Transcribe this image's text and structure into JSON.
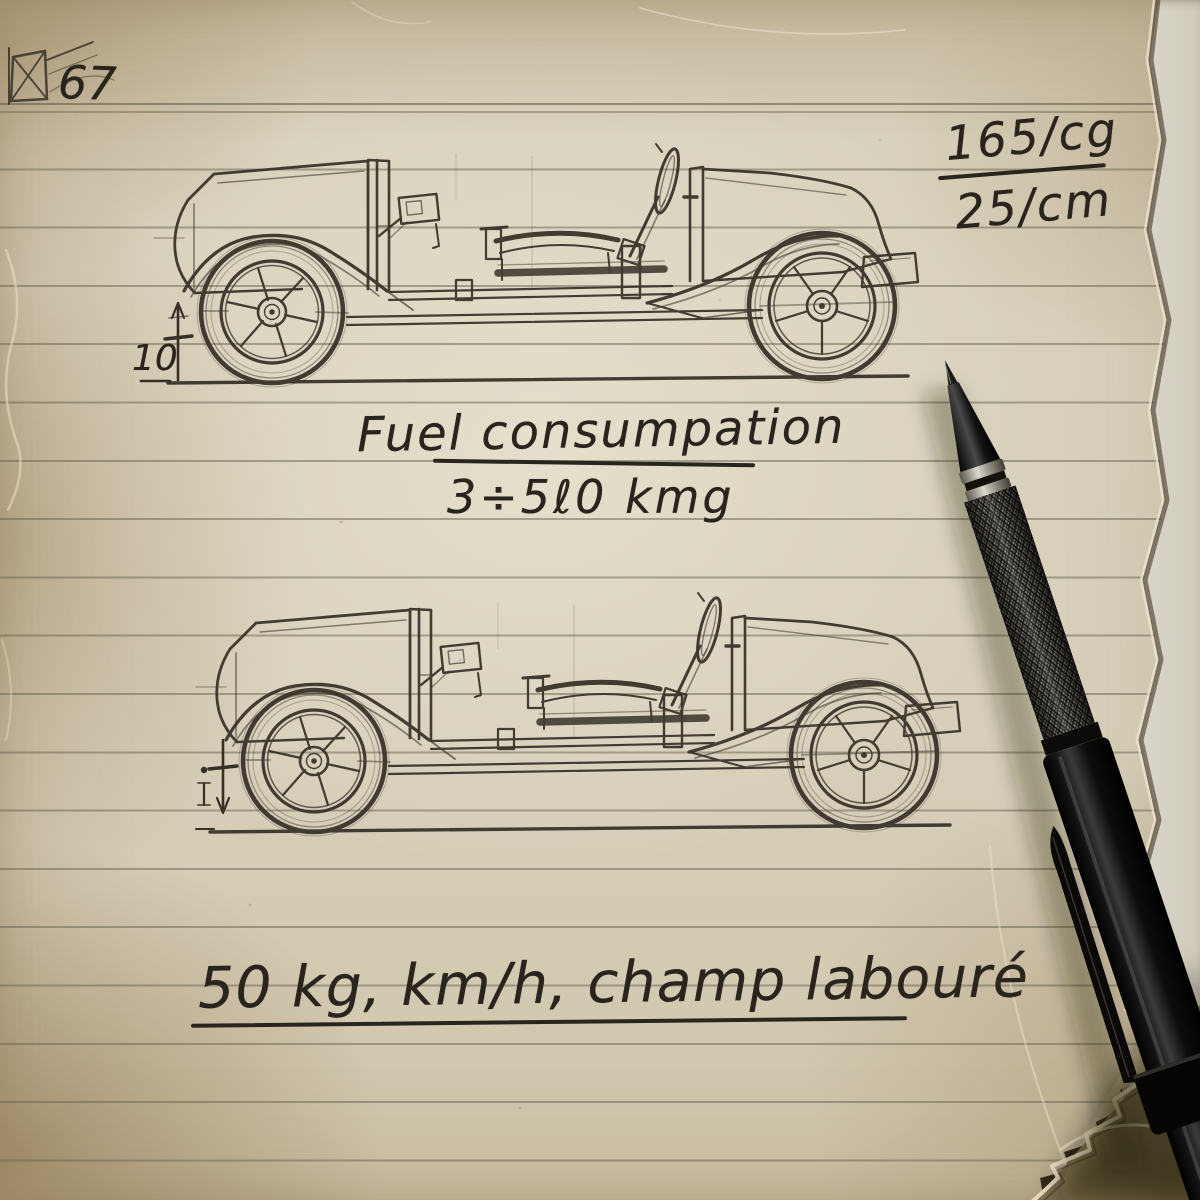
{
  "page": {
    "page_number": "67",
    "scale_note": {
      "numerator": "165/cg",
      "denominator": "25/cm"
    },
    "heading": "Fuel consumpation",
    "heading_value": "3÷5ℓ0 kmg",
    "car_top_dimension": "10",
    "footer_note": "50 kg, km/h, champ labouré"
  },
  "sketches": {
    "car_top": "vintage-car-chassis-side-view",
    "car_bottom": "vintage-car-chassis-side-view",
    "corner_doodle": "crossed-box-scribble"
  },
  "objects": {
    "pen": "black-drafting-pen"
  },
  "colors": {
    "paper": "#d7cfba",
    "ink": "#29241d",
    "ruled_line": "#66614c",
    "pen_body": "#141414",
    "backdrop": "#5a4b35"
  }
}
